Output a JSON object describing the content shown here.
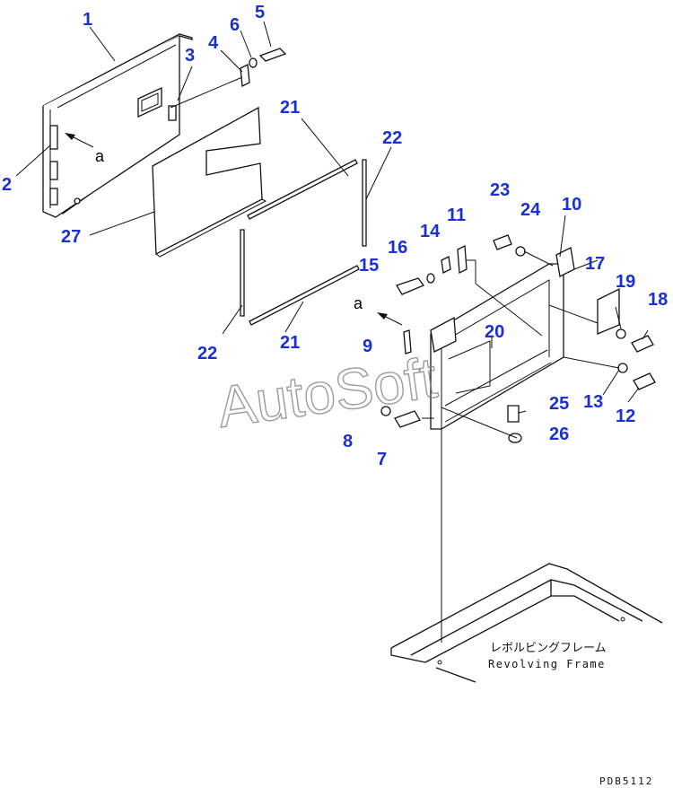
{
  "diagram": {
    "callouts": [
      "1",
      "2",
      "3",
      "4",
      "5",
      "6",
      "7",
      "8",
      "9",
      "10",
      "11",
      "12",
      "13",
      "14",
      "15",
      "16",
      "17",
      "18",
      "19",
      "20",
      "21",
      "21",
      "22",
      "22",
      "23",
      "24",
      "25",
      "26",
      "27"
    ],
    "view_marks": [
      "a",
      "a"
    ],
    "watermark": "AutoSoft",
    "frame_label_jp": "レボルビングフレーム",
    "frame_label_en": "Revolving Frame",
    "drawing_code": "PDB5112",
    "callout_color": "#1a2fd6"
  }
}
